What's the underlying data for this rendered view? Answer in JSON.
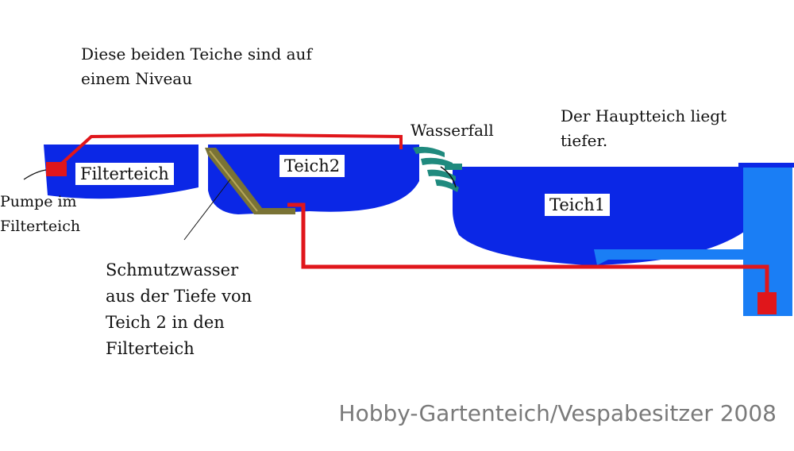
{
  "notes": {
    "same_level": "Diese beiden Teiche sind auf\neinem Niveau",
    "main_pond_lower": "Der Hauptteich liegt\ntiefer."
  },
  "labels": {
    "waterfall": "Wasserfall",
    "pump": "Pumpe im\nFilterteich",
    "dirty_water": "Schmutzwasser\naus der Tiefe von\nTeich 2 in den\nFilterteich"
  },
  "ponds": {
    "filter_pond": "Filterteich",
    "pond2": "Teich2",
    "pond1": "Teich1"
  },
  "credit": "Hobby-Gartenteich/Vespabesitzer 2008",
  "colors": {
    "water": "#0b27e6",
    "pipe": "#e0161b",
    "pump": "#e0161b",
    "shaft": "#1a7ef5",
    "waterfall": "#1f8a7e",
    "drain_pipe": "#7a7335",
    "credit_text": "#7a7a7a"
  }
}
